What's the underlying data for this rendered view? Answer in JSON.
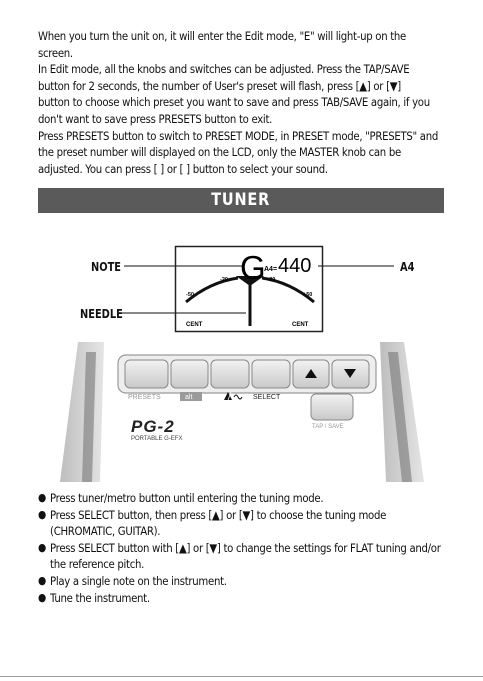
{
  "intro": {
    "p1": "When you turn the unit on, it will enter the Edit mode, \"E\" will light-up on the",
    "p2": "screen.",
    "p3": "In Edit mode, all the knobs and switches can be adjusted. Press the TAP/SAVE",
    "p4": "button for 2 seconds, the number of User's preset will flash, press [▲] or [▼]",
    "p5": "button to choose which preset you want to save and press TAB/SAVE again, if you",
    "p6": "don't want to save press PRESETS button to exit.",
    "p7": "Press PRESETS button to switch to PRESET MODE, in PRESET mode, \"PRESETS\" and",
    "p8": "the preset number will displayed on the LCD, only the MASTER knob can be",
    "p9": "adjusted. You can press [   ] or [   ] button to select your sound."
  },
  "section_title": "TUNER",
  "diagram": {
    "label_note": "NOTE",
    "label_needle": "NEEDLE",
    "label_a4": "A4",
    "lcd_note": "G",
    "lcd_a4_label": "A4=",
    "lcd_a4_value": "440",
    "scale": [
      "-50",
      "-20",
      "+20",
      "+50"
    ],
    "cent_left": "CENT",
    "cent_right": "CENT"
  },
  "device": {
    "presets_label": "PRESETS",
    "alt_label": "alt",
    "select_label": "SELECT",
    "tap_save_label": "TAP / SAVE",
    "logo": "PG-2",
    "logo_sub": "PORTABLE G-EFX"
  },
  "steps": {
    "s1": "Press tuner/metro button until entering the tuning mode.",
    "s2a": "Press SELECT button, then press [▲] or [▼] to choose the tuning mode",
    "s2b": "(CHROMATIC, GUITAR).",
    "s3a": "Press SELECT button with [▲] or [▼] to change the settings for FLAT tuning and/or",
    "s3b": "the reference pitch.",
    "s4": "Play a single note on the instrument.",
    "s5": "Tune the instrument."
  },
  "bullet": "●"
}
